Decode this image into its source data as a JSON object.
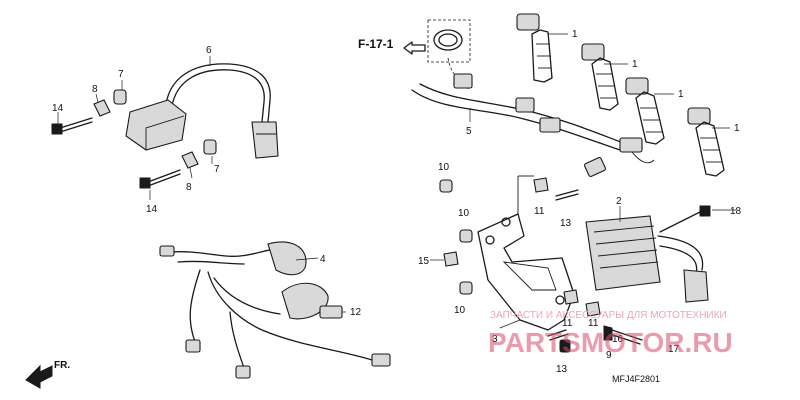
{
  "diagram": {
    "ref_label": "F-17-1",
    "fr_label": "FR.",
    "code": "MFJ4F2801",
    "callouts": [
      "1",
      "1",
      "1",
      "1",
      "2",
      "3",
      "4",
      "5",
      "6",
      "7",
      "7",
      "8",
      "8",
      "9",
      "10",
      "10",
      "10",
      "11",
      "11",
      "11",
      "12",
      "13",
      "13",
      "14",
      "14",
      "15",
      "16",
      "17",
      "18"
    ]
  },
  "watermark": {
    "tagline": "ЗАПЧАСТИ И АКСЕССУАРЫ ДЛЯ МОТОТЕХНИКИ",
    "site": "PARTSMOTOR.RU"
  }
}
